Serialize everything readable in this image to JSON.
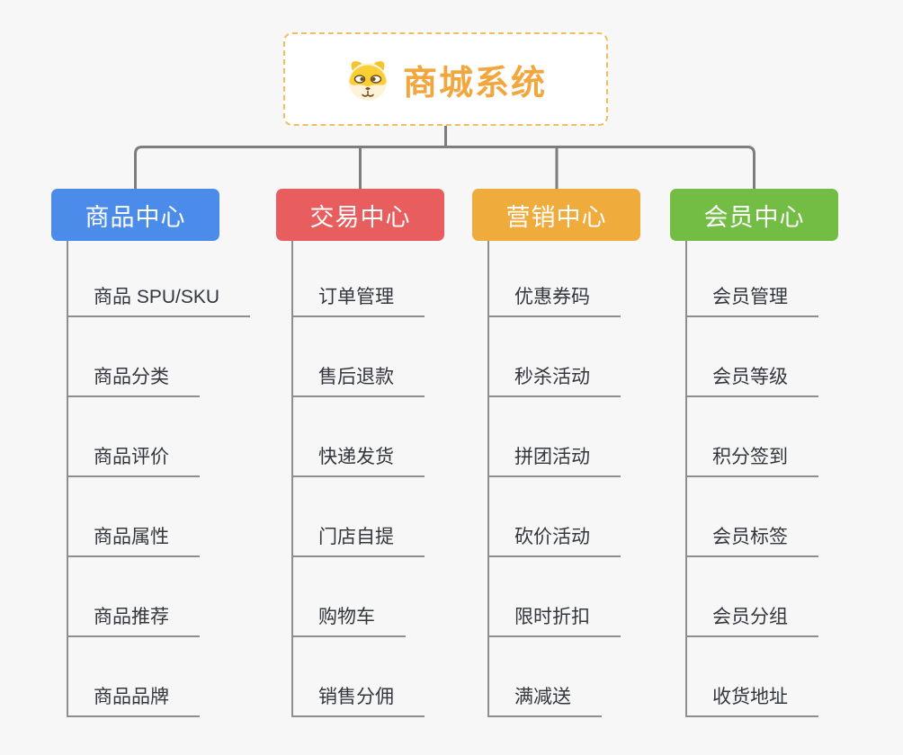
{
  "root": {
    "title": "商城系统",
    "icon": "dog-face-icon",
    "border_color": "#f1bd62",
    "title_color": "#f1a73e",
    "background": "#ffffff"
  },
  "connector_color": "#7d7d7d",
  "child_line_color": "#8e8e8e",
  "page_background": "#f7f7f7",
  "branches": [
    {
      "label": "商品中心",
      "color": "#4b8ceb",
      "children": [
        "商品 SPU/SKU",
        "商品分类",
        "商品评价",
        "商品属性",
        "商品推荐",
        "商品品牌"
      ]
    },
    {
      "label": "交易中心",
      "color": "#e85d5d",
      "children": [
        "订单管理",
        "售后退款",
        "快递发货",
        "门店自提",
        "购物车",
        "销售分佣"
      ]
    },
    {
      "label": "营销中心",
      "color": "#efab3c",
      "children": [
        "优惠券码",
        "秒杀活动",
        "拼团活动",
        "砍价活动",
        "限时折扣",
        "满减送"
      ]
    },
    {
      "label": "会员中心",
      "color": "#74bd44",
      "children": [
        "会员管理",
        "会员等级",
        "积分签到",
        "会员标签",
        "会员分组",
        "收货地址"
      ]
    }
  ]
}
